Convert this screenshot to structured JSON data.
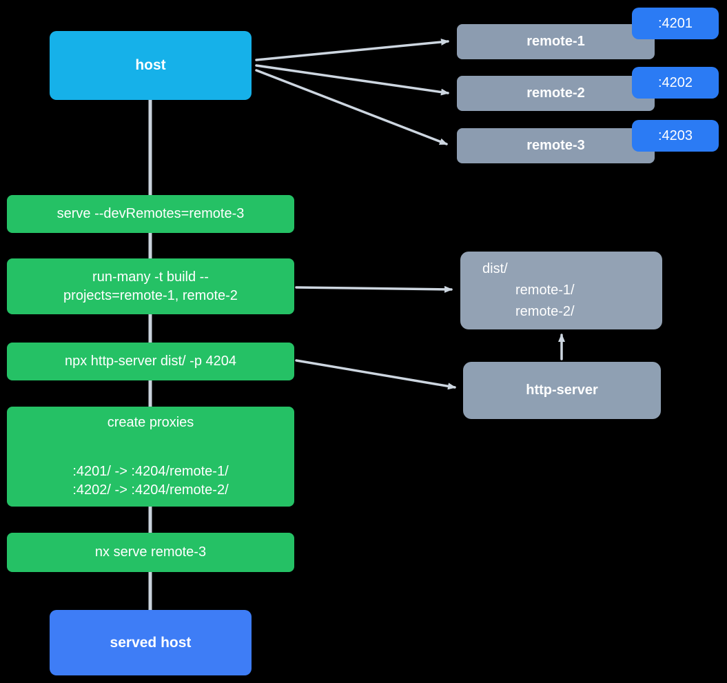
{
  "colors": {
    "background": "#000000",
    "host_box": "#16b1e9",
    "remote_box": "#8c9cb0",
    "port_badge": "#2b7bf4",
    "command_box": "#25c165",
    "served_host_box": "#3e7df6",
    "gray_box": "#93a2b4",
    "arrow": "#cdd6e0",
    "text": "#ffffff"
  },
  "nodes": {
    "host": {
      "label": "host"
    },
    "remotes": [
      {
        "label": "remote-1",
        "port": ":4201"
      },
      {
        "label": "remote-2",
        "port": ":4202"
      },
      {
        "label": "remote-3",
        "port": ":4203"
      }
    ],
    "commands": [
      {
        "lines": [
          "serve --devRemotes=remote-3"
        ]
      },
      {
        "lines": [
          "run-many -t build --",
          "projects=remote-1, remote-2"
        ]
      },
      {
        "lines": [
          "npx http-server dist/ -p 4204"
        ]
      },
      {
        "title": "create proxies",
        "mappings": [
          ":4201/ -> :4204/remote-1/",
          ":4202/ -> :4204/remote-2/"
        ]
      },
      {
        "lines": [
          "nx serve remote-3"
        ]
      }
    ],
    "dist": {
      "lines": [
        "dist/",
        "remote-1/",
        "remote-2/"
      ]
    },
    "http_server": {
      "label": "http-server"
    },
    "served_host": {
      "label": "served host"
    }
  }
}
